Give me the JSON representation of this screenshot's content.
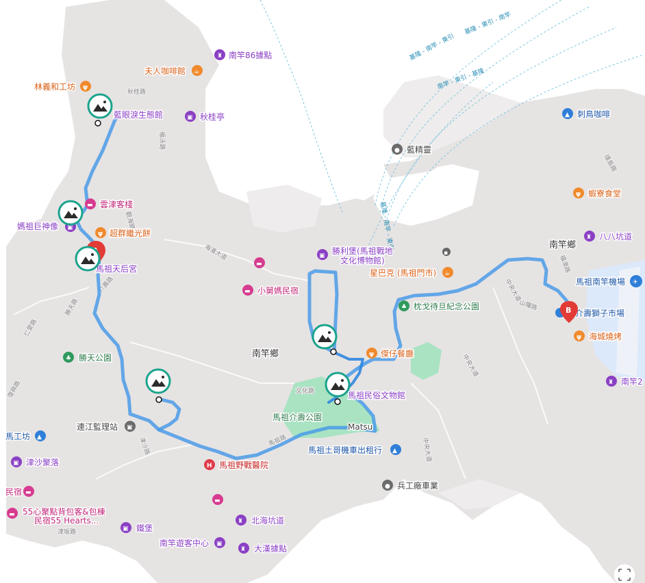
{
  "colors": {
    "sea": "#ffffff",
    "land": "#e6e3e3",
    "land_light": "#eeecec",
    "park": "#a9e3c2",
    "airport": "#dce9fb",
    "route": "#4a9be8",
    "route_dark": "#2f86e0",
    "ferry": "#7fc6df",
    "photo_marker": "#1aa38c",
    "pin_red": "#e23b36"
  },
  "places": {
    "nangan86": "南竿86據點",
    "madame_cafe": "夫人咖啡館",
    "lin_yi": "林義和工坊",
    "qiugui_road": "秋桂路",
    "blue_tears": "藍眼淚生態館",
    "qiugui_pavilion": "秋桂亭",
    "yunjin_inn": "雲津客棧",
    "mazu_statue": "媽祖巨神像",
    "chaoqun": "超群繼光餅",
    "mazu_temple": "馬祖天后宮",
    "shengli_fort": "勝利堡(馬祖戰地文化博物館)",
    "starbucks": "星巴克 (馬祖門市)",
    "xiaojiu_bnb": "小舅媽民宿",
    "shengtian_park": "勝天公園",
    "nangan_town_center": "南竿鄉",
    "nangan_town_east": "南竿鄉",
    "jiekou_cafe": "刺鳥咖啡",
    "lanjing": "藍精靈",
    "xialiao": "蝦寮食堂",
    "babakeng": "八八坑道",
    "airport": "馬祖南竿機場",
    "jieshou_market": "介壽獅子市場",
    "haicheng_bbq": "海城燒烤",
    "memorial_park": "枕戈待旦紀念公園",
    "jianjiang_restaurant": "傑仔餐廳",
    "folk_museum": "馬祖民俗文物館",
    "jieshou_park": "馬祖介壽公園",
    "matsu": "Matsu",
    "lianjiang_prison": "連江監理站",
    "motorbike": "馬祖土哥機車出租行",
    "field_hospital": "馬祖野戰醫院",
    "jinsha": "津沙聚落",
    "workshop_w": "馬工坊",
    "bnb_w": "民宿",
    "hostel_55_line1": "55心聚點背包客&包棟",
    "hostel_55_line2": "民宿55 Hearts...",
    "tiebao": "鐵堡",
    "beihai": "北海坑道",
    "visitor_center": "南竿遊客中心",
    "dahan": "大漢據點",
    "bingong": "兵工廠車業",
    "nangan2": "南竿2"
  },
  "roads": {
    "wenhua": "文化路",
    "haixia": "海濱大道",
    "zhongyang1": "中央大道",
    "zhongyang2": "中央大道",
    "zhongyang3": "中央大道",
    "jinsha_rd": "津沙路",
    "shengtian_rd": "勝天路",
    "ren_rd": "仁愛路",
    "jiekou_rd": "介壽路",
    "fuxing_rd": "復興路",
    "shanlong_rd": "山隴路",
    "fuao_rd": "福澳路",
    "fuao_rd2": "環島路",
    "fuqiu_rd": "福沃路",
    "guanhai_rd": "觀海路",
    "mazu_rd": "馬祖路",
    "jin_sha_rd2": "津坂路"
  },
  "ferry_routes": {
    "r1": "基隆 - 南竿 - 東引",
    "r2": "基隆 - 東引 - 南竿",
    "r3": "南竿 - 東引 - 基隆",
    "r4": "基隆 - 南竿 - 東引"
  },
  "markers": {
    "pin_a": "A",
    "pin_b": "B"
  },
  "icons": {
    "photo": "photo-marker-icon",
    "fullscreen": "fullscreen-icon"
  }
}
